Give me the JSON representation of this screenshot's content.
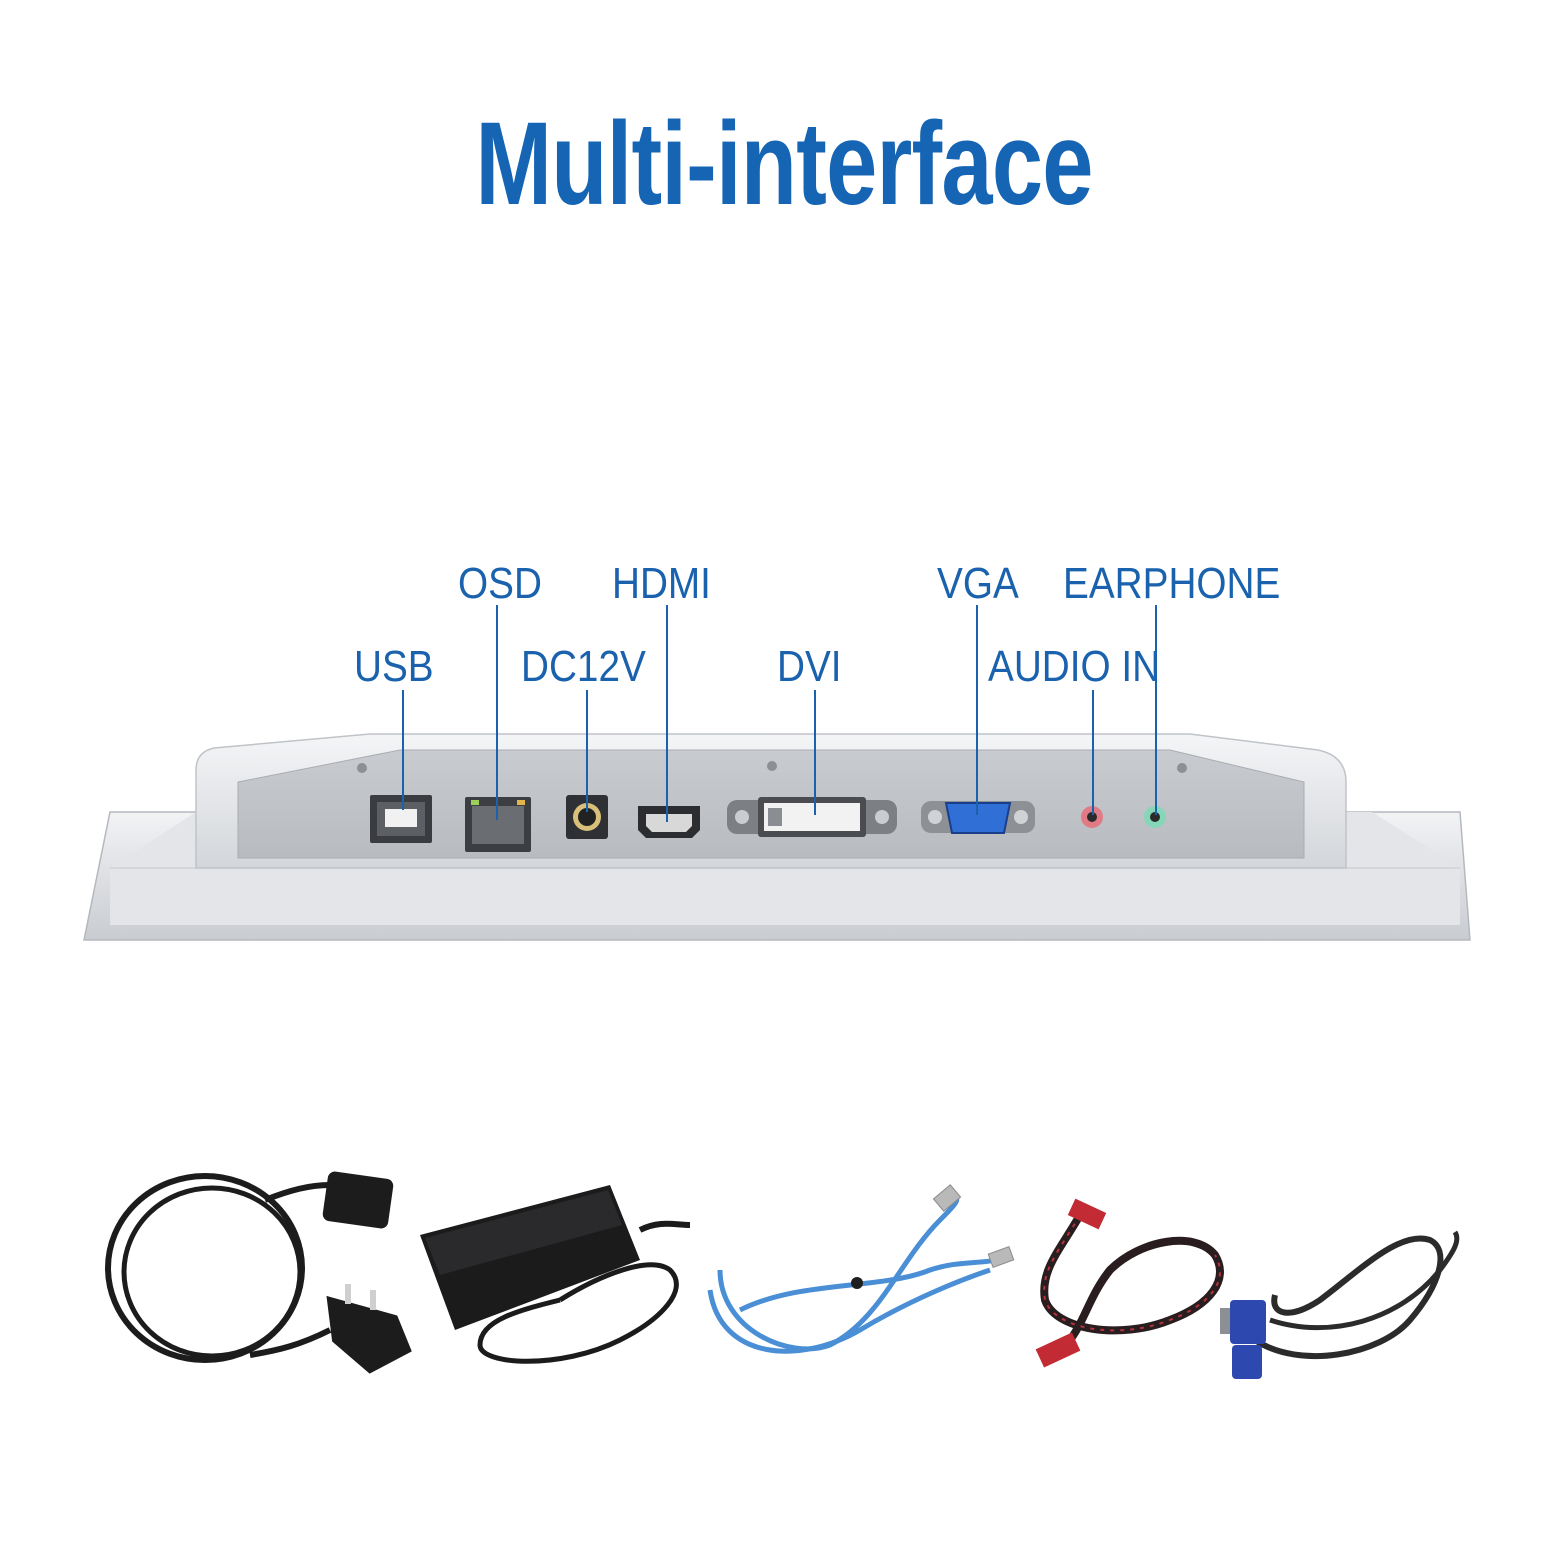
{
  "title": "Multi-interface",
  "colors": {
    "title": "#1565b4",
    "label": "#1a62ad",
    "panel": "#d8dadd",
    "vga": "#2f6fd6"
  },
  "ports": {
    "usb": "USB",
    "osd": "OSD",
    "dc12v": "DC12V",
    "hdmi": "HDMI",
    "dvi": "DVI",
    "vga": "VGA",
    "audio_in": "AUDIO IN",
    "earphone": "EARPHONE"
  },
  "accessories": [
    "power-cord",
    "power-adapter",
    "usb-cable",
    "hdmi-cable",
    "vga-cable"
  ]
}
